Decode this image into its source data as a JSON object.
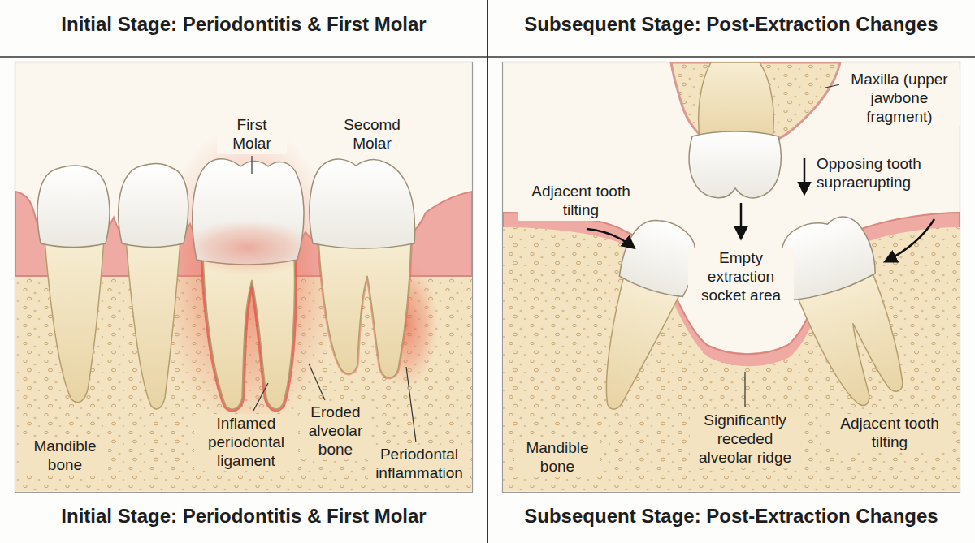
{
  "diagram": {
    "labels": [
      "Initial Stage: Periodontitis & First Molar",
      "Subsequent Stage: Post-Extraction Changes",
      "First Molar",
      "Secomd Molar",
      "Inflamed periodontal ligament",
      "Eroded alveolar bone",
      "Periodontal inflammation",
      "Mandible bone",
      "Maxilla (upper jawbone fragment)",
      "Opposing tooth supraerupting",
      "Adjacent tooth tilting",
      "Empty extraction socket area",
      "Significantly receded alveolar ridge",
      "Adjacent tooth tilting",
      "Mandible bone",
      "Initial Stage: Periodontitis & First Molar",
      "Subsequent Stage: Post-Extraction Changes"
    ]
  }
}
